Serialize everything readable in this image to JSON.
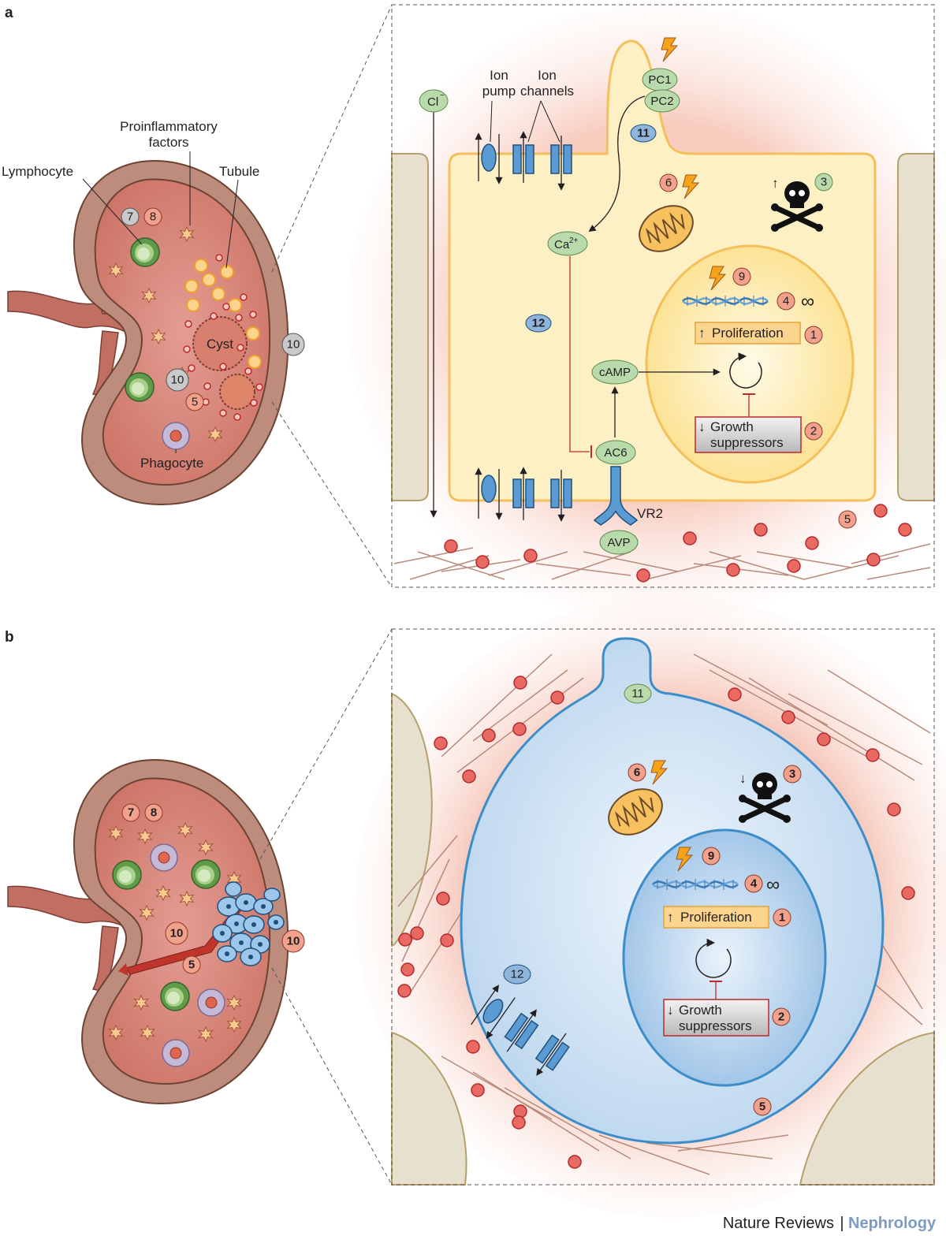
{
  "panels": {
    "a": {
      "letter": "a",
      "kidney": {
        "lymphocyte": "Lymphocyte",
        "proinflammatory_1": "Proinflammatory",
        "proinflammatory_2": "factors",
        "tubule": "Tubule",
        "cyst": "Cyst",
        "phagocyte": "Phagocyte"
      },
      "cell": {
        "chloride": "Cl",
        "chloride_sup": "−",
        "ion_pump_1": "Ion",
        "ion_pump_2": "pump",
        "ion_channels_1": "Ion",
        "ion_channels_2": "channels",
        "pc1": "PC1",
        "pc2": "PC2",
        "calcium": "Ca",
        "calcium_sup": "2+",
        "camp": "cAMP",
        "ac6": "AC6",
        "vr2": "VR2",
        "avp": "AVP",
        "proliferation": "Proliferation",
        "growth_suppressors_1": "Growth",
        "growth_suppressors_2": "suppressors",
        "infinity": "∞",
        "up_arrow": "↑",
        "down_arrow": "↓"
      }
    },
    "b": {
      "letter": "b",
      "cell": {
        "proliferation": "Proliferation",
        "growth_suppressors_1": "Growth",
        "growth_suppressors_2": "suppressors",
        "infinity": "∞",
        "up_arrow": "↑",
        "down_arrow": "↓"
      }
    }
  },
  "badges": {
    "n1": "1",
    "n2": "2",
    "n3": "3",
    "n4": "4",
    "n5": "5",
    "n6": "6",
    "n7": "7",
    "n8": "8",
    "n9": "9",
    "n10": "10",
    "n11": "11",
    "n12": "12"
  },
  "footer": {
    "journal": "Nature Reviews",
    "separator": "|",
    "subject": "Nephrology"
  },
  "colors": {
    "badge_orange": "#f2a28c",
    "badge_grey": "#c9c9cb",
    "badge_green": "#b9dbac",
    "badge_blue": "#8fb5dc",
    "cell_yellow": "#fdf0c4",
    "cell_blue": "#c6dcf0",
    "kidney_outer": "#b98977",
    "kidney_inner": "#d9867c",
    "footer_accent": "#7a9cc6"
  }
}
